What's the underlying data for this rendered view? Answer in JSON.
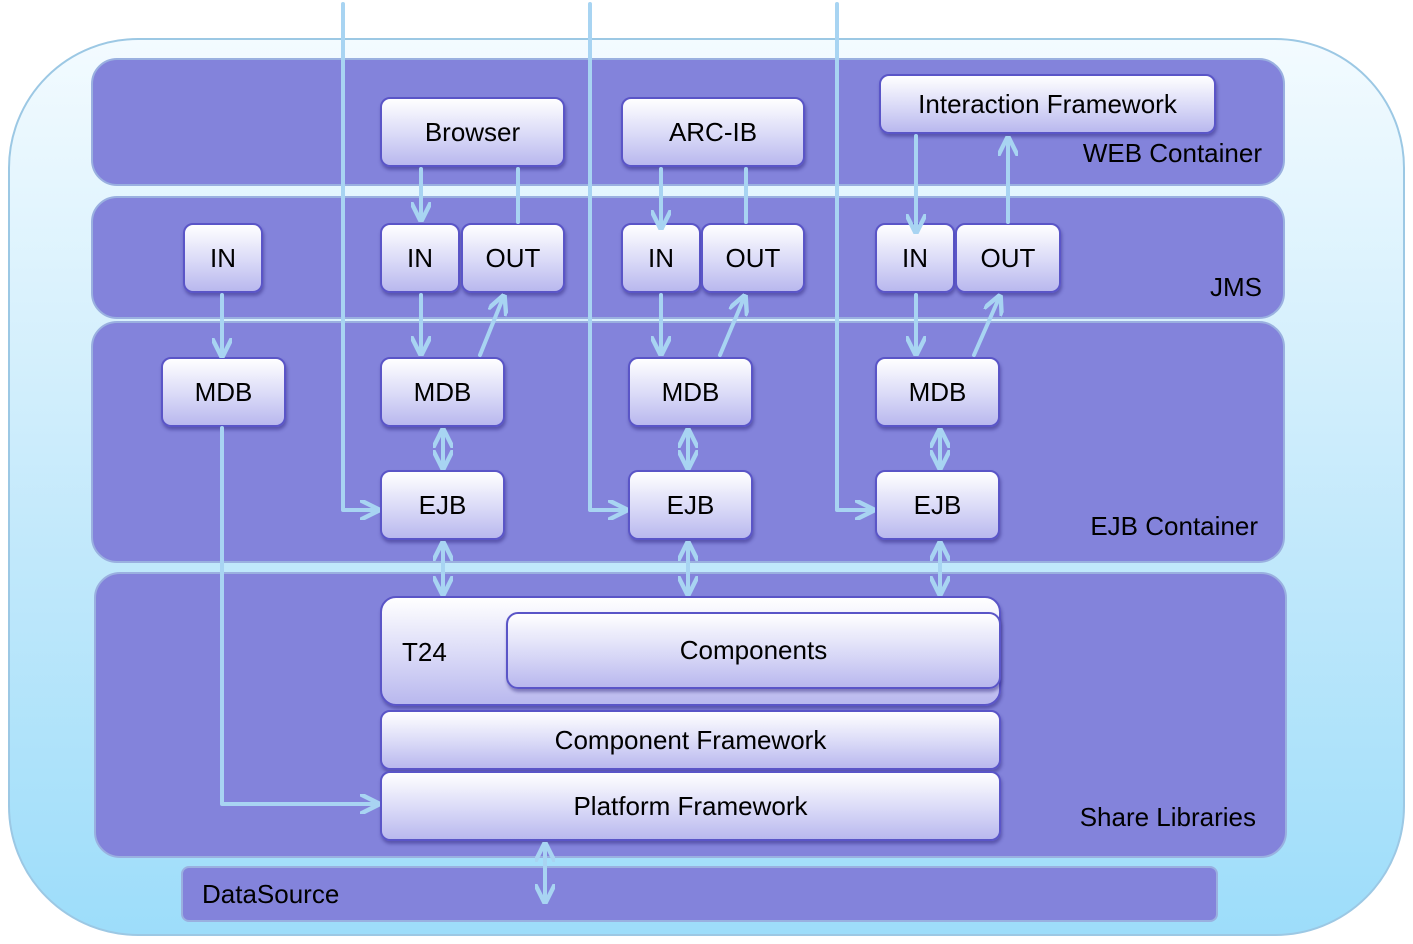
{
  "containers": {
    "web": "WEB Container",
    "jms": "JMS",
    "ejb": "EJB Container",
    "share": "Share Libraries",
    "datasource": "DataSource"
  },
  "web": {
    "browser": "Browser",
    "arc_ib": "ARC-IB",
    "interaction_framework": "Interaction Framework"
  },
  "jms": {
    "in1": "IN",
    "in2": "IN",
    "out2": "OUT",
    "in3": "IN",
    "out3": "OUT",
    "in4": "IN",
    "out4": "OUT"
  },
  "ejb": {
    "mdb1": "MDB",
    "mdb2": "MDB",
    "mdb3": "MDB",
    "mdb4": "MDB",
    "ejb2": "EJB",
    "ejb3": "EJB",
    "ejb4": "EJB"
  },
  "libraries": {
    "t24": "T24",
    "components": "Components",
    "component_framework": "Component Framework",
    "platform_framework": "Platform Framework"
  },
  "colors": {
    "band": "#8383db",
    "arrow": "#a8d4f2",
    "box_border": "#5a55c7"
  }
}
